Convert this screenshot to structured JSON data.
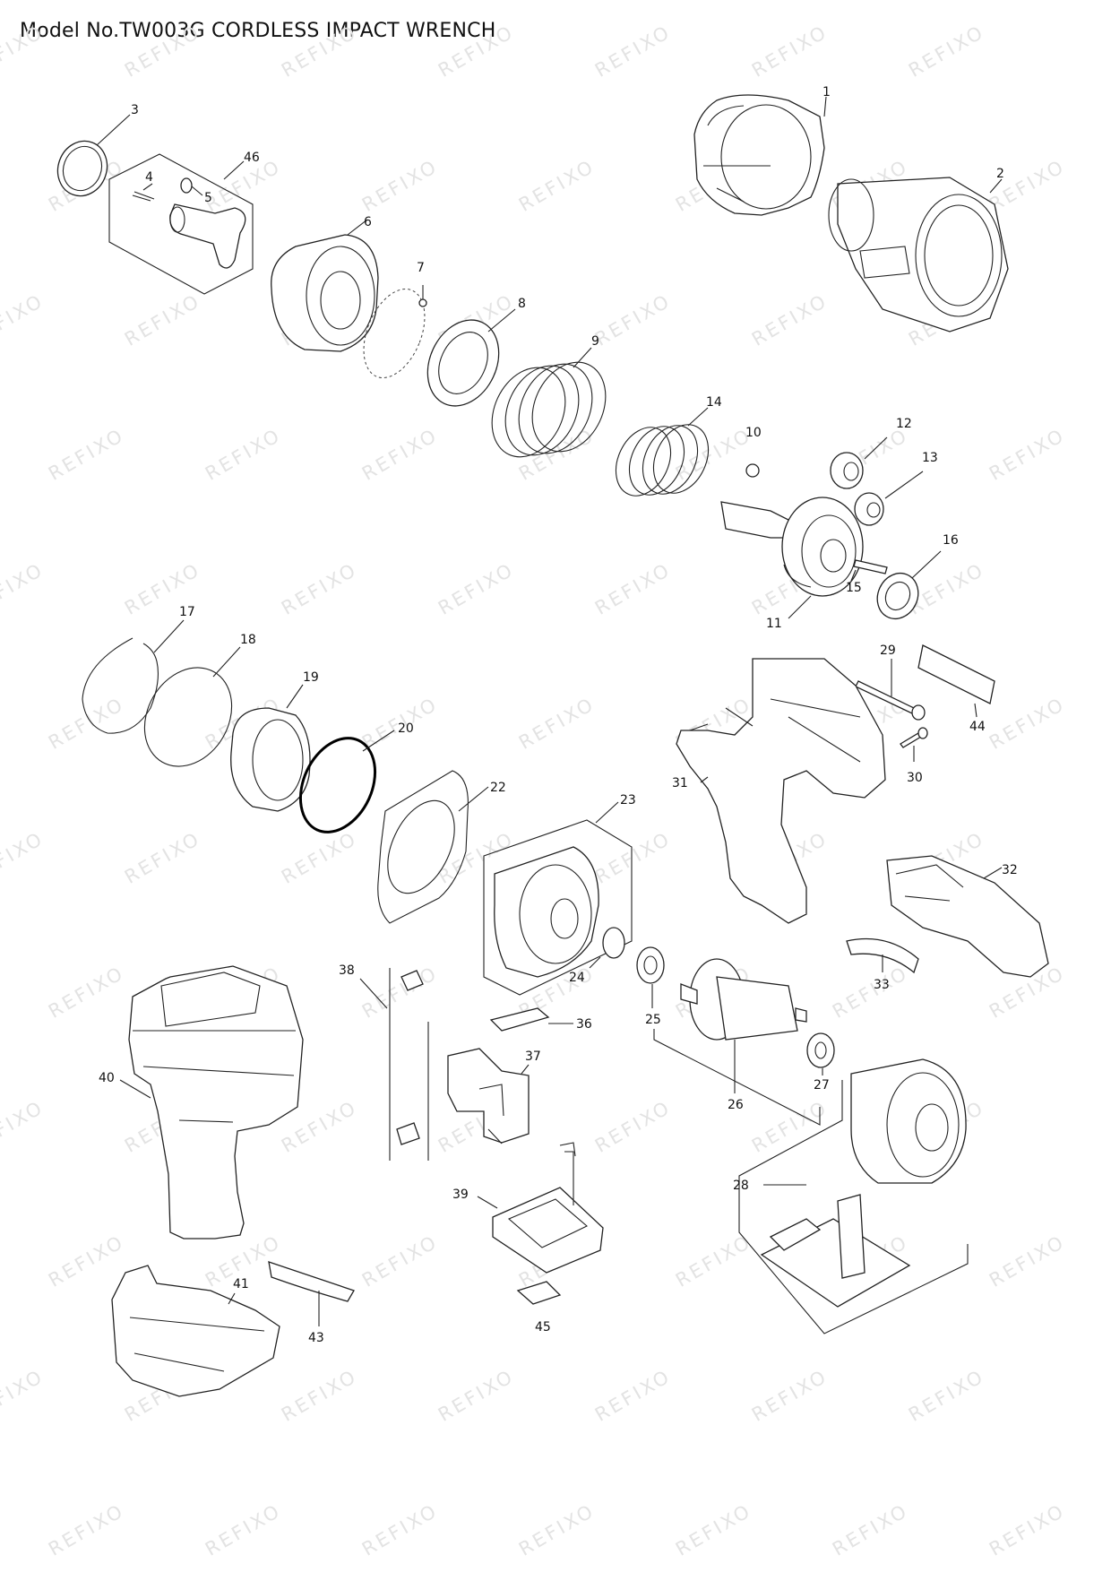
{
  "title": "Model No.TW003G CORDLESS IMPACT WRENCH",
  "watermark": "REFIXO",
  "parts": [
    {
      "id": "1",
      "label": "1"
    },
    {
      "id": "2",
      "label": "2"
    },
    {
      "id": "3",
      "label": "3"
    },
    {
      "id": "4",
      "label": "4"
    },
    {
      "id": "5",
      "label": "5"
    },
    {
      "id": "6",
      "label": "6"
    },
    {
      "id": "7",
      "label": "7"
    },
    {
      "id": "8",
      "label": "8"
    },
    {
      "id": "9",
      "label": "9"
    },
    {
      "id": "10",
      "label": "10"
    },
    {
      "id": "11",
      "label": "11"
    },
    {
      "id": "12",
      "label": "12"
    },
    {
      "id": "13",
      "label": "13"
    },
    {
      "id": "14",
      "label": "14"
    },
    {
      "id": "15",
      "label": "15"
    },
    {
      "id": "16",
      "label": "16"
    },
    {
      "id": "17",
      "label": "17"
    },
    {
      "id": "18",
      "label": "18"
    },
    {
      "id": "19",
      "label": "19"
    },
    {
      "id": "20",
      "label": "20"
    },
    {
      "id": "22",
      "label": "22"
    },
    {
      "id": "23",
      "label": "23"
    },
    {
      "id": "24",
      "label": "24"
    },
    {
      "id": "25",
      "label": "25"
    },
    {
      "id": "26",
      "label": "26"
    },
    {
      "id": "27",
      "label": "27"
    },
    {
      "id": "28",
      "label": "28"
    },
    {
      "id": "29",
      "label": "29"
    },
    {
      "id": "30",
      "label": "30"
    },
    {
      "id": "31",
      "label": "31"
    },
    {
      "id": "32",
      "label": "32"
    },
    {
      "id": "33",
      "label": "33"
    },
    {
      "id": "36",
      "label": "36"
    },
    {
      "id": "37",
      "label": "37"
    },
    {
      "id": "38",
      "label": "38"
    },
    {
      "id": "39",
      "label": "39"
    },
    {
      "id": "40",
      "label": "40"
    },
    {
      "id": "41",
      "label": "41"
    },
    {
      "id": "43",
      "label": "43"
    },
    {
      "id": "44",
      "label": "44"
    },
    {
      "id": "45",
      "label": "45"
    },
    {
      "id": "46",
      "label": "46"
    }
  ],
  "colors": {
    "line": "#222222",
    "watermark": "#e3e3e3",
    "background": "#ffffff"
  }
}
